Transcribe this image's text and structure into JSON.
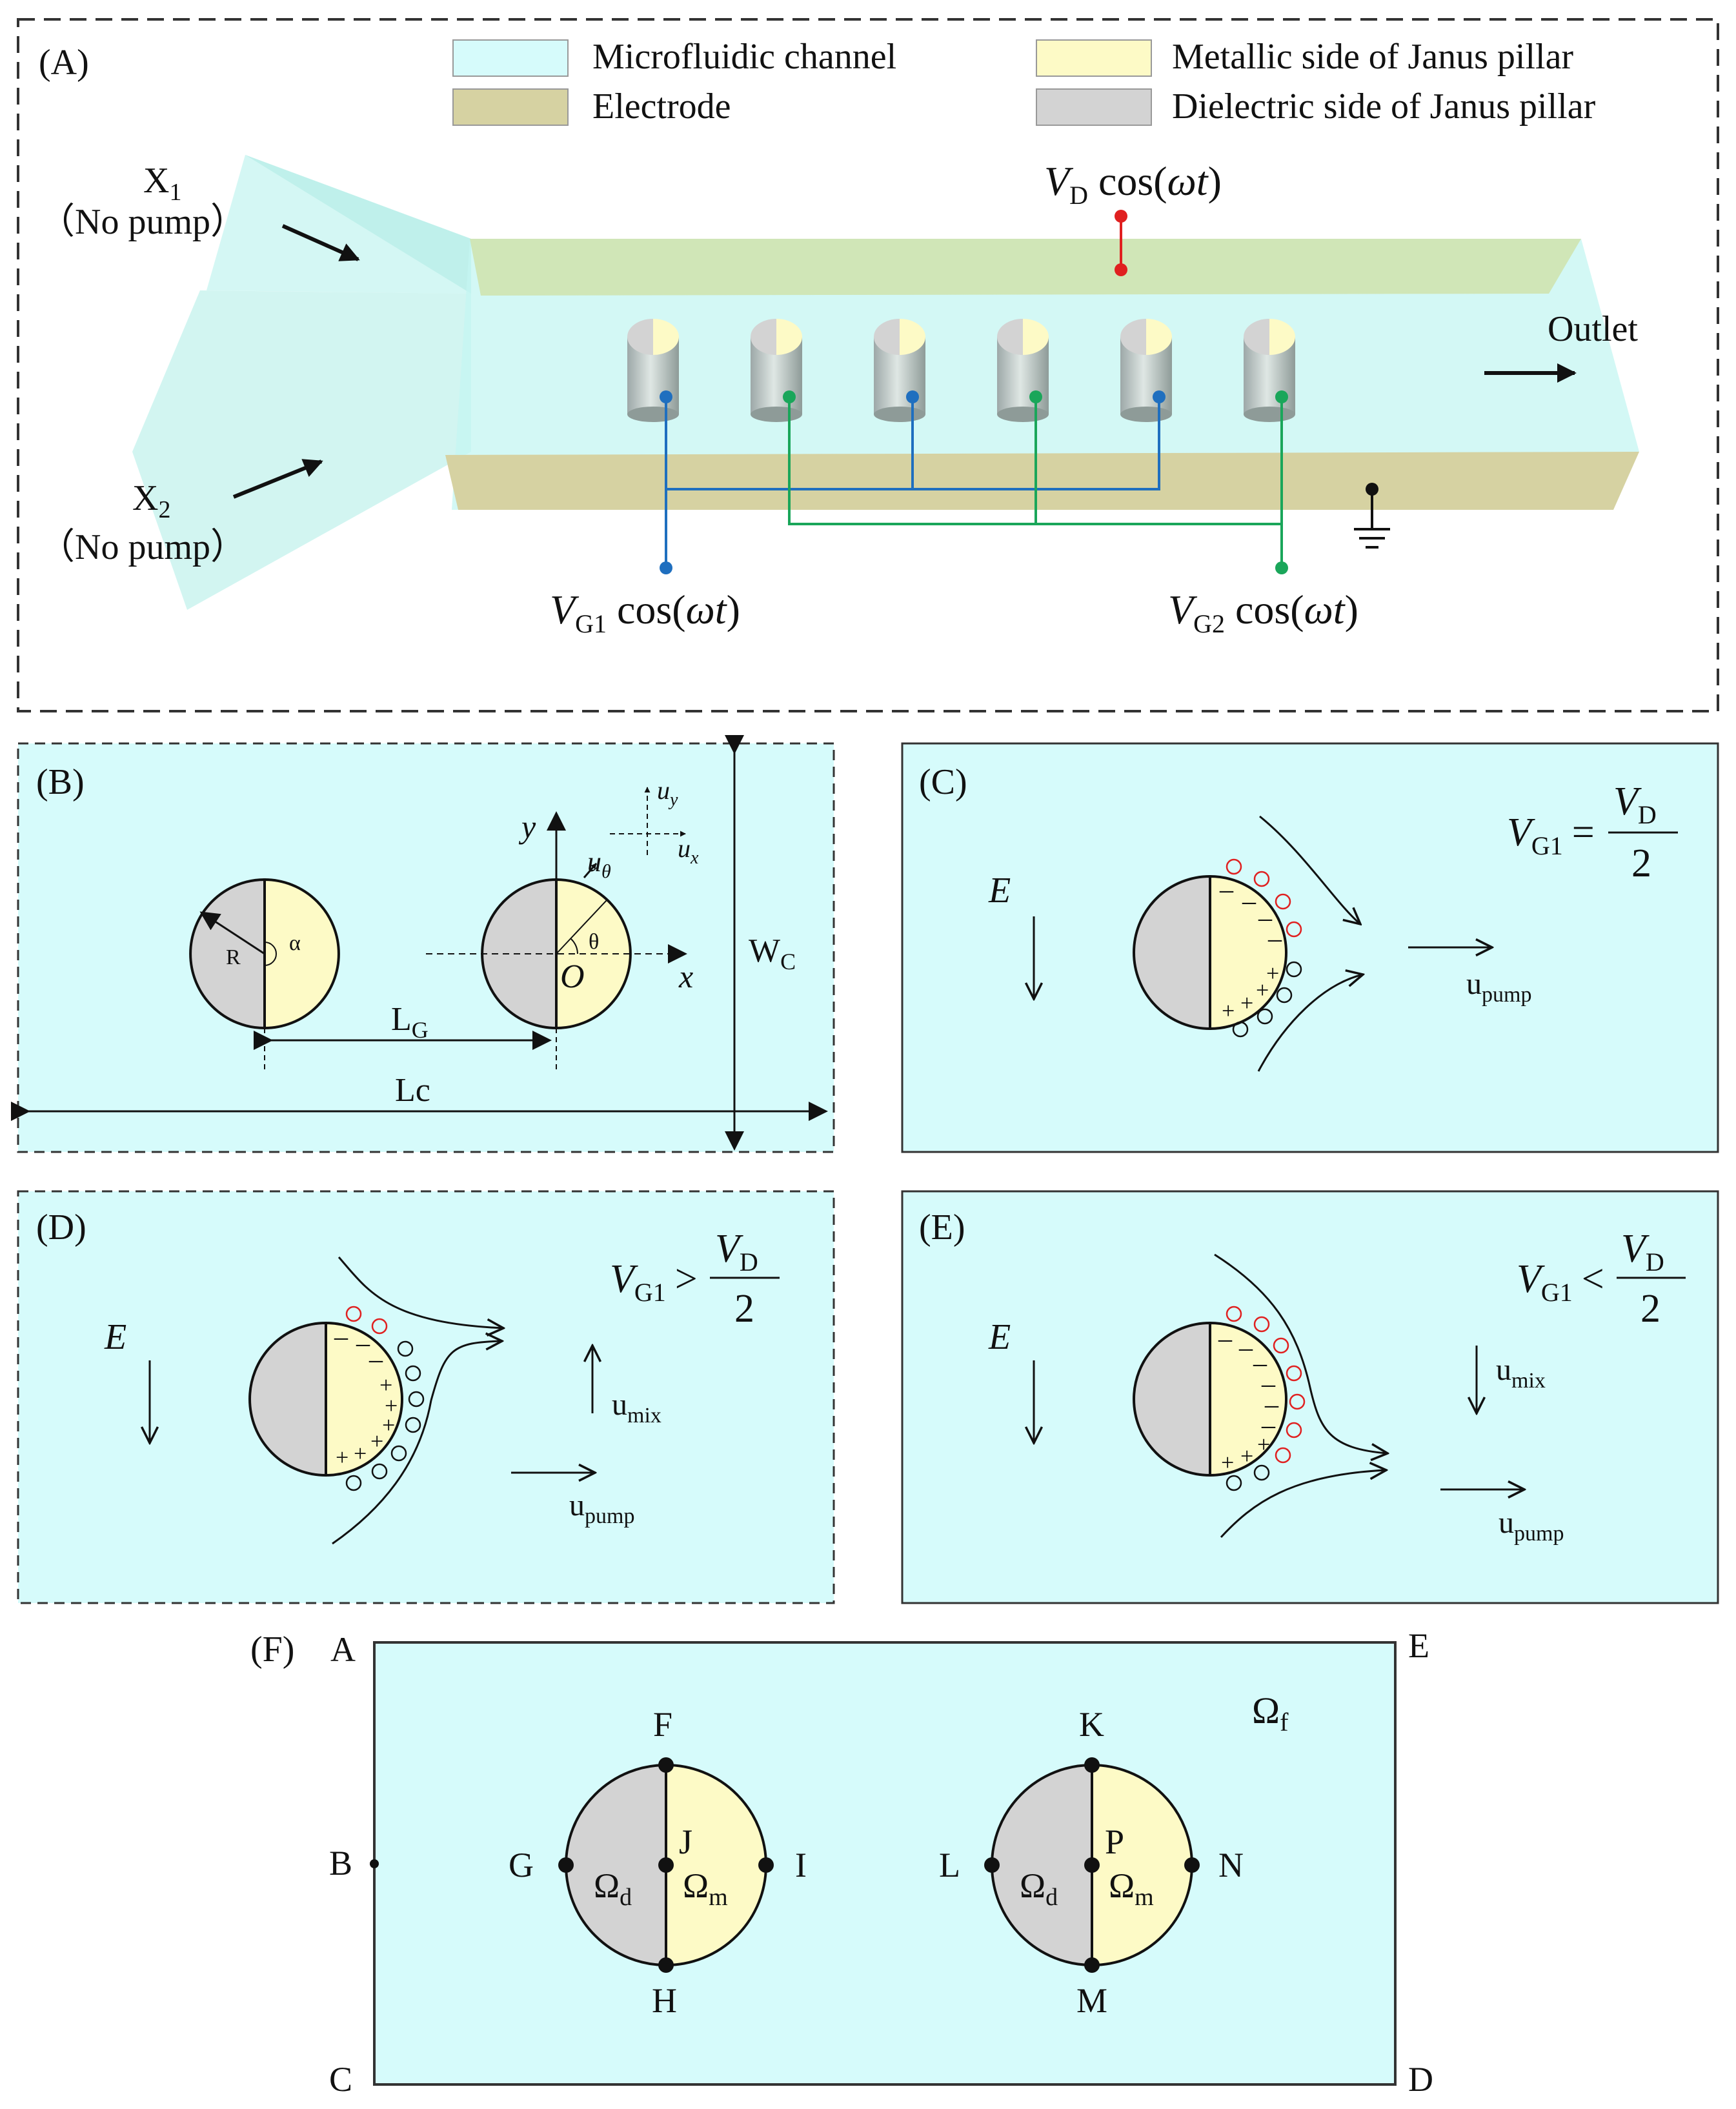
{
  "panels": {
    "A": {
      "label": "(A)",
      "legend": {
        "channel": "Microfluidic channel",
        "electrode": "Electrode",
        "metallic": "Metallic side of Janus pillar",
        "dielectric": "Dielectric side of Janus pillar"
      },
      "x1": "X",
      "x1_sub": "1",
      "x1_note": "（No pump）",
      "x2": "X",
      "x2_sub": "2",
      "x2_note": "（No pump）",
      "vd": {
        "v": "V",
        "sub": "D",
        "tail": " cos(",
        "omega": "ωt",
        "close": ")"
      },
      "vg1": {
        "v": "V",
        "sub": "G1",
        "tail": " cos(",
        "omega": "ωt",
        "close": ")"
      },
      "vg2": {
        "v": "V",
        "sub": "G2",
        "tail": " cos(",
        "omega": "ωt",
        "close": ")"
      },
      "outlet": "Outlet"
    },
    "B": {
      "label": "(B)",
      "R": "R",
      "alpha": "α",
      "theta": "θ",
      "LG": "L",
      "LG_sub": "G",
      "Lc": "Lc",
      "Wc": "W",
      "Wc_sub": "C",
      "y": "y",
      "x": "x",
      "O": "O",
      "u": "u",
      "uy_sub": "y",
      "ux_sub": "x",
      "utheta_sub": "θ"
    },
    "C": {
      "label": "(C)",
      "E": "E",
      "eq_lhs": "V",
      "eq_lhs_sub": "G1",
      "eq_op": "=",
      "eq_num": "V",
      "eq_num_sub": "D",
      "eq_den": "2",
      "upump": "u",
      "upump_sub": "pump"
    },
    "D": {
      "label": "(D)",
      "E": "E",
      "eq_lhs": "V",
      "eq_lhs_sub": "G1",
      "eq_op": ">",
      "eq_num": "V",
      "eq_num_sub": "D",
      "eq_den": "2",
      "umix": "u",
      "umix_sub": "mix",
      "upump": "u",
      "upump_sub": "pump"
    },
    "E": {
      "label": "(E)",
      "E": "E",
      "eq_lhs": "V",
      "eq_lhs_sub": "G1",
      "eq_op": "<",
      "eq_num": "V",
      "eq_num_sub": "D",
      "eq_den": "2",
      "umix": "u",
      "umix_sub": "mix",
      "upump": "u",
      "upump_sub": "pump"
    },
    "F": {
      "label": "(F)",
      "corners": {
        "A": "A",
        "B": "B",
        "C": "C",
        "D": "D",
        "E": "E"
      },
      "points": {
        "F": "F",
        "G": "G",
        "H": "H",
        "I": "I",
        "J": "J",
        "K": "K",
        "L": "L",
        "M": "M",
        "N": "N",
        "P": "P"
      },
      "omega": "Ω",
      "sub_f": "f",
      "sub_d": "d",
      "sub_m": "m"
    }
  },
  "colors": {
    "channel": "#d6fbfb",
    "metallic": "#fdfac6",
    "dielectric": "#d3d3d3",
    "electrode": "#d6d2a2",
    "blue_wire": "#1f6fbf",
    "green_wire": "#1aa65a",
    "red_wire": "#e02020",
    "charge_red": "#e02020"
  }
}
